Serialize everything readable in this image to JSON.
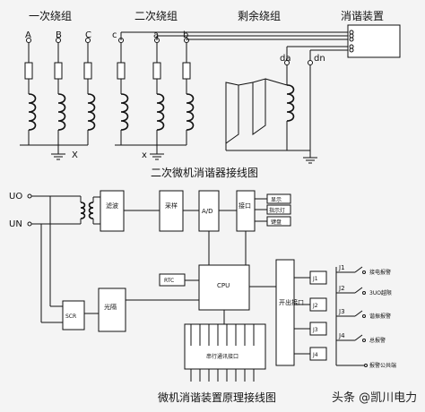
{
  "top": {
    "primary_label": "一次绕组",
    "secondary_label": "二次绕组",
    "residual_label": "剩余绕组",
    "device_label": "消谐装置",
    "phase_a": "A",
    "phase_b": "B",
    "phase_c": "C",
    "phase_x": "X",
    "sec_a": "a",
    "sec_b": "b",
    "sec_c": "c",
    "sec_x": "x",
    "da": "da",
    "dn": "dn",
    "caption": "二次微机消谐器接线图"
  },
  "bottom": {
    "uo": "UO",
    "un": "UN",
    "filter": "滤波",
    "sample": "采样",
    "ad": "A/D",
    "iface": "接口",
    "disp1": "显示",
    "disp2": "指示灯",
    "disp3": "键盘",
    "cpu": "CPU",
    "rtc": "RTC",
    "scr": "SCR",
    "optic": "光隔",
    "switch_iface": "开出接口",
    "serial": "串行通讯接口",
    "j1": "J1",
    "j2": "J2",
    "j3": "J3",
    "j4": "J4",
    "j1s": "J1",
    "j2s": "J2",
    "j3s": "J3",
    "j4s": "J4",
    "out1": "接电报警",
    "out2": "3UO越限",
    "out3": "谐振报警",
    "out4": "总报警",
    "out5": "报警公共端",
    "caption": "微机消谐装置原理接线图"
  },
  "watermark": "头条 @凯川电力"
}
